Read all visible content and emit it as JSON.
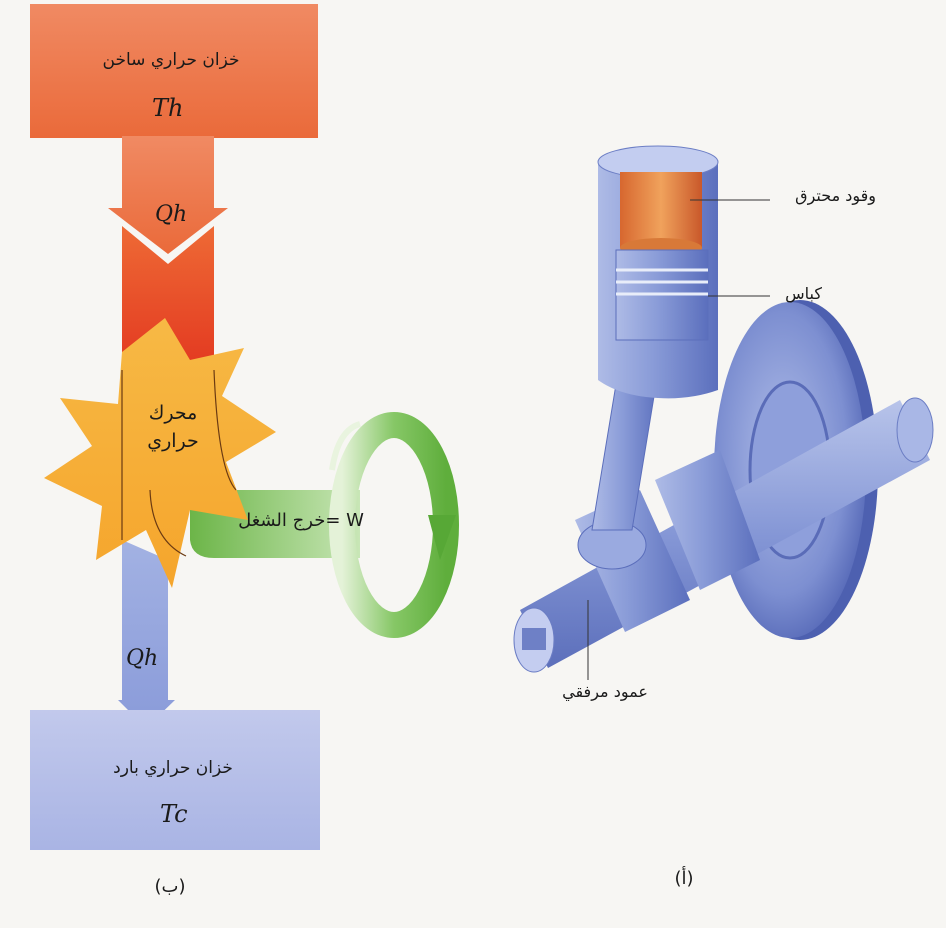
{
  "panel_b": {
    "hot_reservoir_label": "خزان حراري ساخن",
    "hot_temp_symbol": "Th",
    "heat_in_symbol": "Qh",
    "engine_label_line1": "محرك",
    "engine_label_line2": "حراري",
    "work_label": "W =خرج الشغل",
    "heat_out_symbol": "Qh",
    "cold_reservoir_label": "خزان حراري بارد",
    "cold_temp_symbol": "Tc",
    "caption": "(ب)"
  },
  "panel_a": {
    "fuel_label": "وقود محترق",
    "piston_label": "كباس",
    "crankshaft_label": "عمود مرفقي",
    "caption": "(أ)"
  },
  "colors": {
    "hot": "#ee7a52",
    "heat_flow": "#e8432a",
    "engine": "#f8b13c",
    "work": "#7cc05a",
    "cold": "#b3bde6",
    "cold_flow": "#8e9fdc",
    "metal": "#7f93d3"
  }
}
